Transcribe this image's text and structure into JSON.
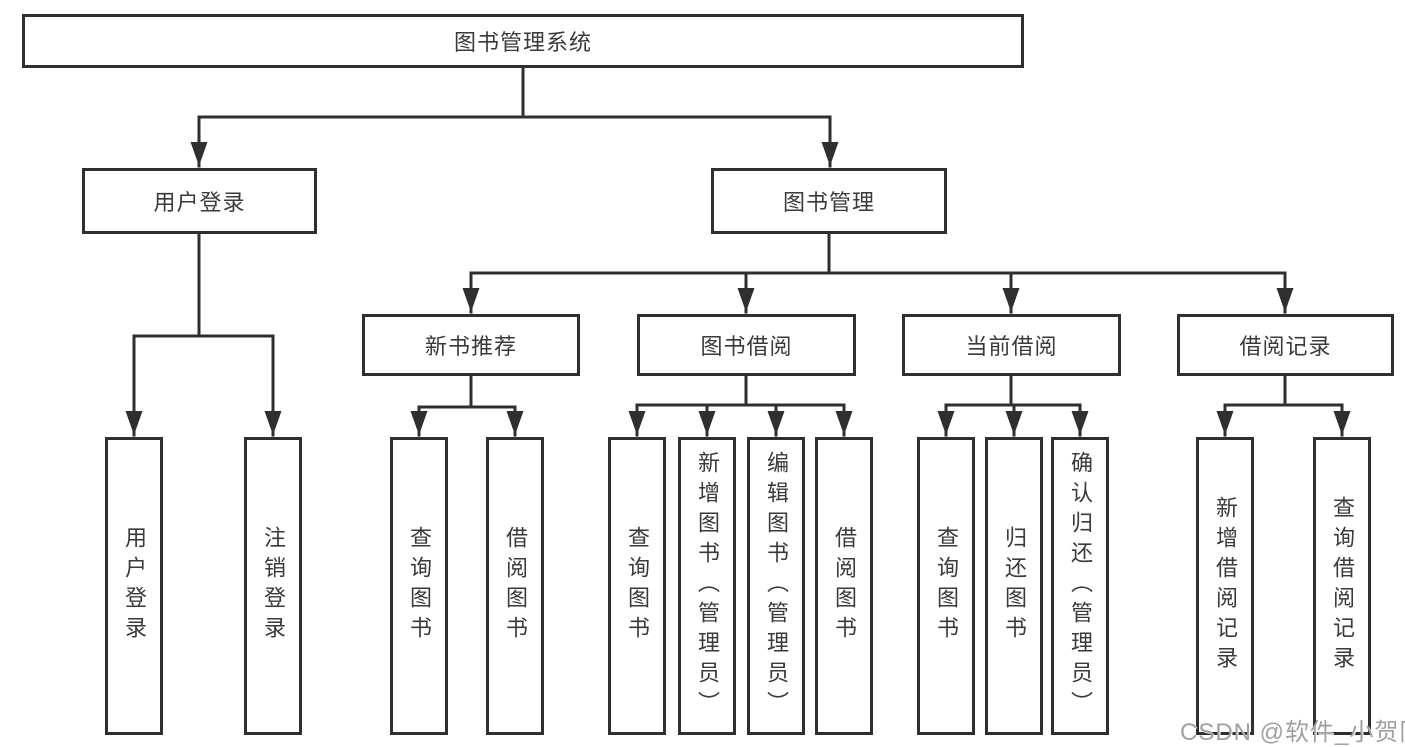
{
  "nodes": {
    "root": "图书管理系统",
    "user_login": "用户登录",
    "book_mgmt": "图书管理",
    "new_book": "新书推荐",
    "book_borrow": "图书借阅",
    "current_borrow": "当前借阅",
    "borrow_records": "借阅记录",
    "leaf_user_login": "用户登录",
    "leaf_logout": "注销登录",
    "leaf_newbook_query": "查询图书",
    "leaf_newbook_borrow": "借阅图书",
    "leaf_borrow_query": "查询图书",
    "leaf_borrow_add": "新增图书（管理员）",
    "leaf_borrow_edit": "编辑图书（管理员）",
    "leaf_borrow_borrow": "借阅图书",
    "leaf_current_query": "查询图书",
    "leaf_current_return": "归还图书",
    "leaf_current_confirm": "确认归还（管理员）",
    "leaf_records_add": "新增借阅记录",
    "leaf_records_query": "查询借阅记录"
  },
  "watermark": "CSDN @软件_小贺同学",
  "colors": {
    "line": "#2f2f2f",
    "text": "#3a3a3a",
    "watermark": "#a0a0a0",
    "background": "#ffffff"
  }
}
